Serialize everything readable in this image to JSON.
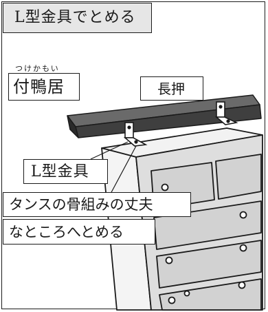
{
  "title": "L型金具でとめる",
  "labels": {
    "kamoi_ruby": "つけかもい",
    "kamoi": "付鴨居",
    "nageshi": "長押",
    "bracket": "L型金具",
    "note_line1": "タンスの骨組みの丈夫",
    "note_line2": "なところへとめる"
  },
  "icons": {
    "rail": "wooden-rail-icon",
    "bracket": "l-bracket-icon",
    "chest": "chest-of-drawers-icon"
  },
  "colors": {
    "line": "#1a1a1a",
    "rail_fill": "#3f3f3f",
    "chest_fill": "#dedede",
    "title_bg": "#e6e6e6"
  }
}
